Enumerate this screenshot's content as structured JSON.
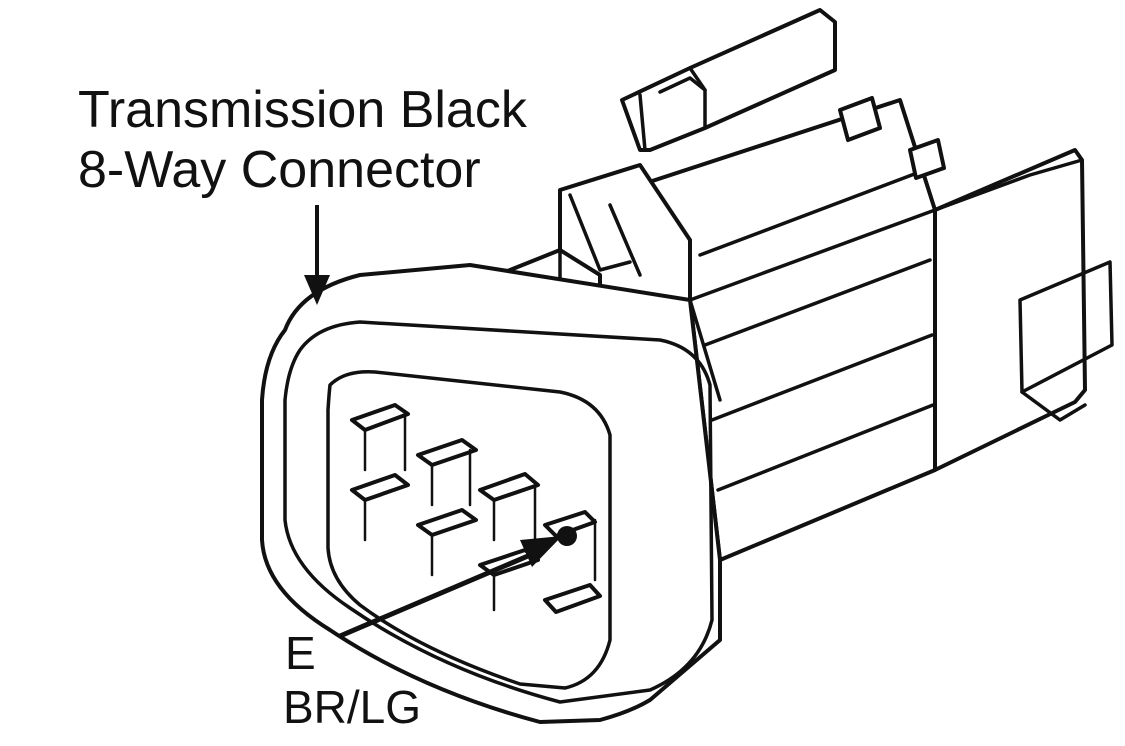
{
  "diagram": {
    "connector_label": {
      "line1": "Transmission Black",
      "line2": "8-Way Connector"
    },
    "pin_callout": {
      "pin": "E",
      "wire_color": "BR/LG"
    },
    "colors": {
      "ink": "#111111",
      "background": "#ffffff"
    }
  }
}
